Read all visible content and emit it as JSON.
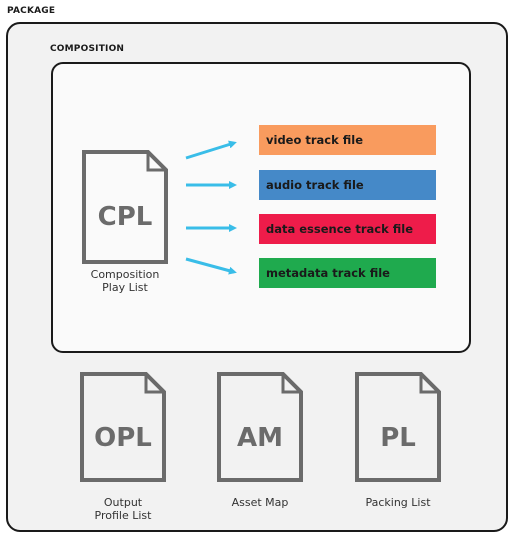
{
  "package": {
    "label": "PACKAGE"
  },
  "composition": {
    "label": "COMPOSITION",
    "cpl": {
      "abbrev": "CPL",
      "caption_line1": "Composition",
      "caption_line2": "Play List"
    },
    "tracks": [
      {
        "label": "video track file",
        "color": "#f99b5e"
      },
      {
        "label": "audio track file",
        "color": "#4589c8"
      },
      {
        "label": "data essence track file",
        "color": "#ee1c4a"
      },
      {
        "label": "metadata track file",
        "color": "#1faa4e"
      }
    ],
    "arrow_color": "#39bde8"
  },
  "documents": [
    {
      "abbrev": "OPL",
      "caption_line1": "Output",
      "caption_line2": "Profile List"
    },
    {
      "abbrev": "AM",
      "caption_line1": "Asset Map",
      "caption_line2": ""
    },
    {
      "abbrev": "PL",
      "caption_line1": "Packing List",
      "caption_line2": ""
    }
  ],
  "colors": {
    "outline": "#1a1a1a",
    "document_gray": "#6b6b6b",
    "package_bg": "#f2f2f2"
  }
}
